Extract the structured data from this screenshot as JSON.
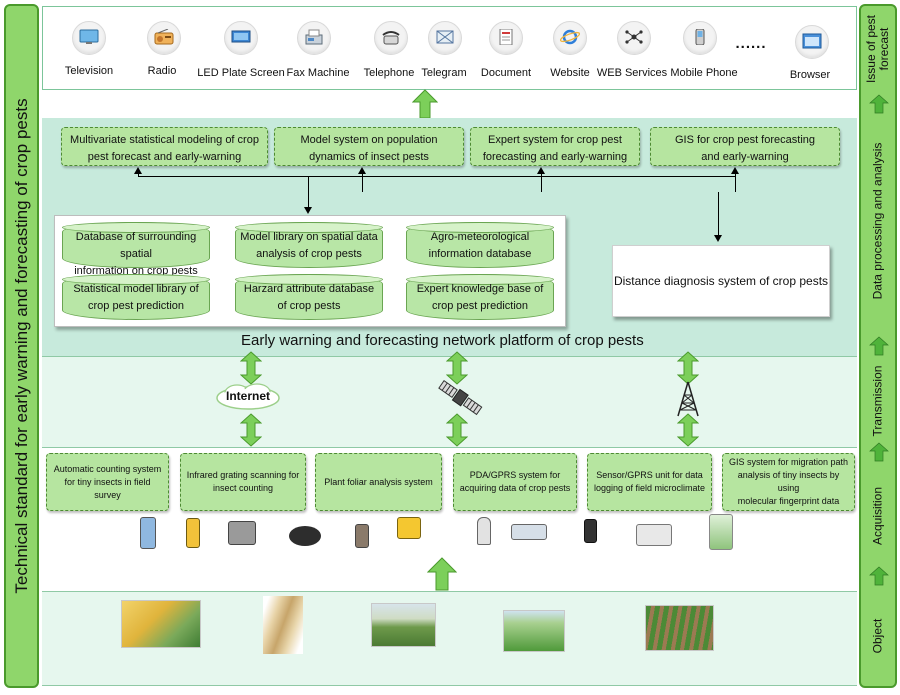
{
  "left_title": "Technical standard for early warning and forecasting of crop pests",
  "right_labels": [
    "Issue of pest forecast",
    "Data processing and analysis",
    "Transmission",
    "Acquisition",
    "Object"
  ],
  "issue": {
    "items": [
      {
        "label": "Television",
        "icon": "television-icon"
      },
      {
        "label": "Radio",
        "icon": "radio-icon"
      },
      {
        "label": "LED Plate Screen",
        "icon": "led-screen-icon"
      },
      {
        "label": "Fax Machine",
        "icon": "fax-machine-icon"
      },
      {
        "label": "Telephone",
        "icon": "telephone-icon"
      },
      {
        "label": "Telegram",
        "icon": "telegram-icon"
      },
      {
        "label": "Document",
        "icon": "document-icon"
      },
      {
        "label": "Website",
        "icon": "website-icon"
      },
      {
        "label": "WEB Services",
        "icon": "web-services-icon"
      },
      {
        "label": "Mobile Phone",
        "icon": "mobile-phone-icon"
      },
      {
        "label": "Browser",
        "icon": "browser-icon"
      }
    ],
    "ellipsis": "......"
  },
  "models": [
    {
      "line1": "Multivariate statistical modeling of crop",
      "line2": "pest forecast and early-warning"
    },
    {
      "line1": "Model system on population",
      "line2": "dynamics of insect pests"
    },
    {
      "line1": "Expert system for crop pest",
      "line2": "forecasting and early-warning"
    },
    {
      "line1": "GIS for crop pest forecasting",
      "line2": "and early-warning"
    }
  ],
  "databases": [
    {
      "line1": "Database of surrounding spatial",
      "line2": "information on crop pests"
    },
    {
      "line1": "Model library on spatial data",
      "line2": "analysis of crop pests"
    },
    {
      "line1": "Agro-meteorological",
      "line2": "information database"
    },
    {
      "line1": "Statistical model library of",
      "line2": "crop pest prediction"
    },
    {
      "line1": "Harzard attribute database",
      "line2": "of crop pests"
    },
    {
      "line1": "Expert knowledge base of",
      "line2": "crop pest prediction"
    }
  ],
  "distance_diagnosis": "Distance diagnosis system of crop pests",
  "platform_title": "Early warning and forecasting network platform of crop pests",
  "transmission": {
    "internet_label": "Internet"
  },
  "acquisition": [
    {
      "line1": "Automatic counting system",
      "line2": "for tiny insects in field",
      "line3": "survey"
    },
    {
      "line1": "Infrared grating scanning for",
      "line2": "insect counting",
      "line3": ""
    },
    {
      "line1": "Plant foliar analysis system",
      "line2": "",
      "line3": ""
    },
    {
      "line1": "PDA/GPRS system for",
      "line2": "acquiring data of crop pests",
      "line3": ""
    },
    {
      "line1": "Sensor/GPRS unit for data",
      "line2": "logging of field microclimate",
      "line3": ""
    },
    {
      "line1": "GIS system for migration path",
      "line2": "analysis of tiny insects by using",
      "line3": "molecular fingerprint data"
    }
  ],
  "colors": {
    "sidebar_green": "#8fd66b",
    "panel_teal": "#c7eadc",
    "box_green": "#b6e5a0",
    "arrow_green": "#7ccf5a"
  }
}
